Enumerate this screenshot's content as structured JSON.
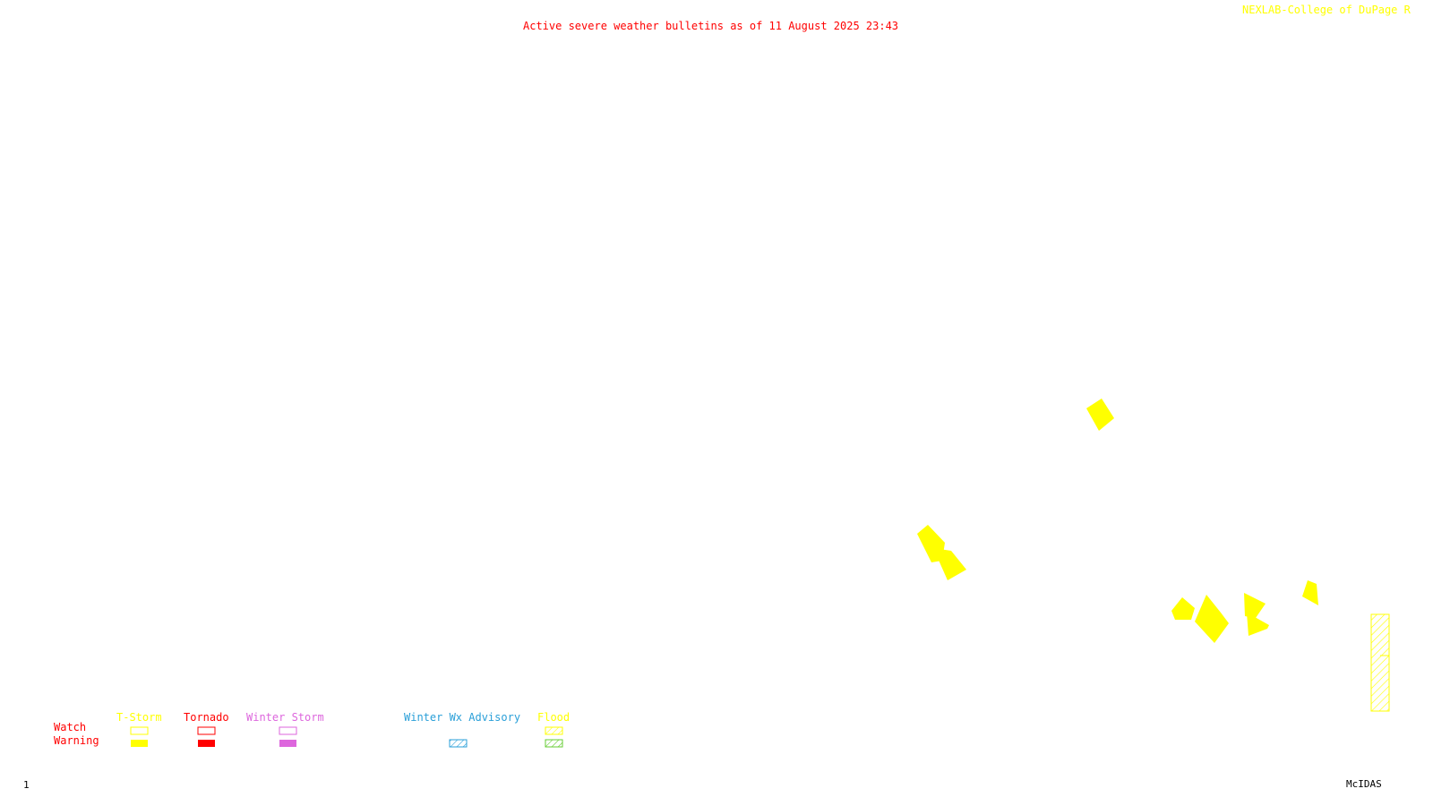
{
  "header": {
    "title": "Active severe weather bulletins as of 11 August 2025 23:43",
    "credit": "NEXLAB-College of DuPage R"
  },
  "legend": {
    "row_labels": {
      "watch": "Watch",
      "warning": "Warning"
    },
    "categories": [
      {
        "id": "tstorm",
        "label": "T-Storm",
        "color": "#ffff00",
        "watch_style": "outline",
        "warning_style": "fill"
      },
      {
        "id": "tornado",
        "label": "Tornado",
        "color": "#ff0000",
        "watch_style": "outline",
        "warning_style": "fill"
      },
      {
        "id": "winter-storm",
        "label": "Winter Storm",
        "color": "#dd66dd",
        "watch_style": "outline",
        "warning_style": "fill"
      },
      {
        "id": "winter-wx-advisory",
        "label": "Winter Wx Advisory",
        "color": "#2a9fd8",
        "watch_style": "none",
        "warning_style": "hatch"
      },
      {
        "id": "flood",
        "label": "Flood",
        "color": "#ffff00",
        "warning_color": "#66cc33",
        "watch_style": "hatch",
        "warning_style": "hatch"
      }
    ]
  },
  "colors": {
    "title": "#ff0000",
    "credit": "#ffff00",
    "row_labels": "#ff0000",
    "footer": "#000000",
    "tstorm_warning": "#ffff00",
    "flood_watch": "#ffff00"
  },
  "map": {
    "active_warnings": [
      {
        "type": "tstorm-warning"
      },
      {
        "type": "tstorm-warning"
      },
      {
        "type": "tstorm-warning"
      },
      {
        "type": "tstorm-warning"
      },
      {
        "type": "tstorm-warning"
      },
      {
        "type": "tstorm-warning"
      },
      {
        "type": "tstorm-warning"
      },
      {
        "type": "tstorm-warning"
      }
    ],
    "active_watches": [
      {
        "type": "flood-watch"
      }
    ]
  },
  "footer": {
    "frame_number": "1",
    "software": "McIDAS"
  }
}
